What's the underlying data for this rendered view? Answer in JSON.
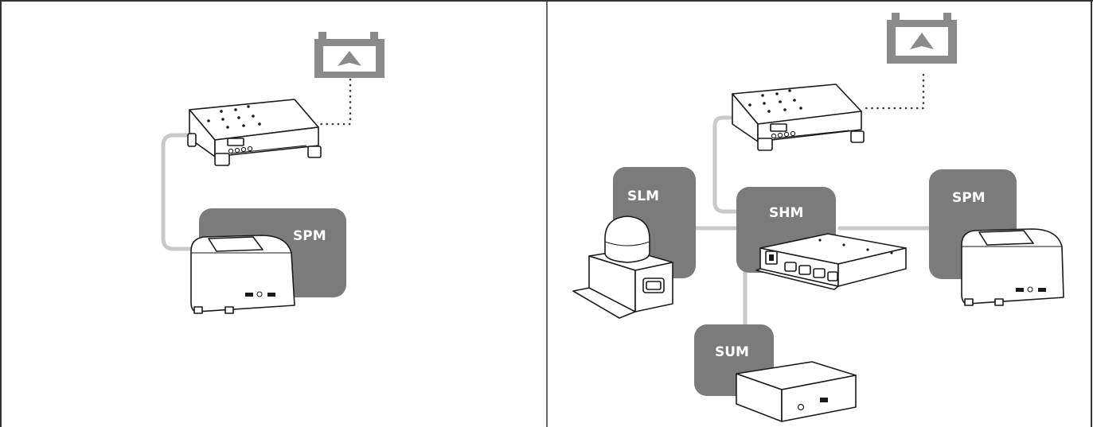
{
  "colors": {
    "label_fill": "#7b7b7b",
    "battery": "#8a8a8a",
    "cable": "#c9c9c9",
    "frame": "#333333"
  },
  "panels": [
    {
      "name": "left-panel",
      "modules": [
        {
          "key": "spm",
          "label": "SPM"
        }
      ]
    },
    {
      "name": "right-panel",
      "modules": [
        {
          "key": "slm",
          "label": "SLM"
        },
        {
          "key": "shm",
          "label": "SHM"
        },
        {
          "key": "spm",
          "label": "SPM"
        },
        {
          "key": "sum",
          "label": "SUM"
        }
      ]
    }
  ]
}
